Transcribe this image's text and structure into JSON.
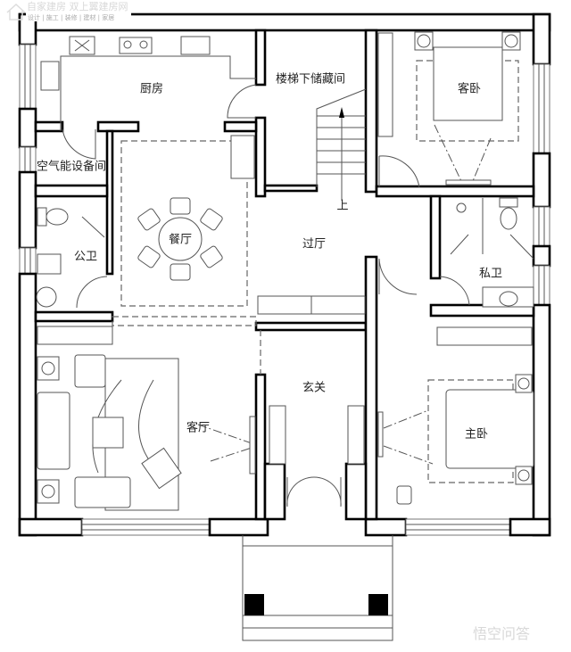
{
  "watermark": {
    "title": "自家建房 双上翼建房网",
    "subtitle": "设计 | 施工 | 装修 | 建材 | 家居",
    "corner_logo": "悟空问答"
  },
  "rooms": {
    "kitchen": "厨房",
    "storage": "楼梯下储藏间",
    "guest_bedroom": "客卧",
    "equipment_room": "空气能设备间",
    "dining": "餐厅",
    "hall": "过厅",
    "stair_up": "上",
    "public_bath": "公卫",
    "private_bath": "私卫",
    "living": "客厅",
    "foyer": "玄关",
    "master_bedroom": "主卧"
  },
  "colors": {
    "wall": "#000000",
    "fixture": "#555555"
  }
}
